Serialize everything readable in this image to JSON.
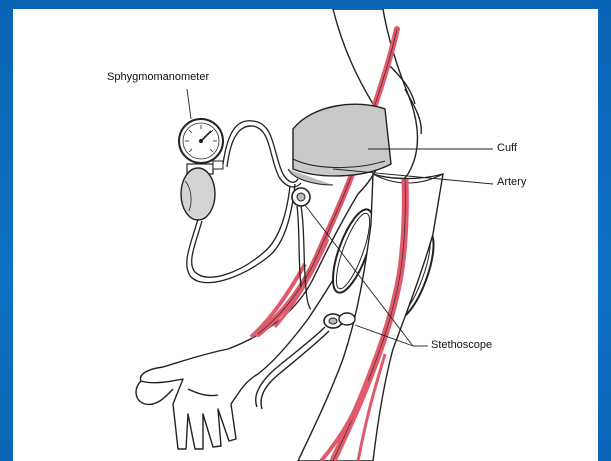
{
  "labels": {
    "sphygmomanometer": "Sphygmomanometer",
    "cuff": "Cuff",
    "artery": "Artery",
    "stethoscope": "Stethoscope"
  },
  "colors": {
    "frame": "#0b64b6",
    "panel": "#ffffff",
    "artery": "#e05a6b",
    "cuff": "#c9c9c9",
    "outline": "#222222"
  }
}
